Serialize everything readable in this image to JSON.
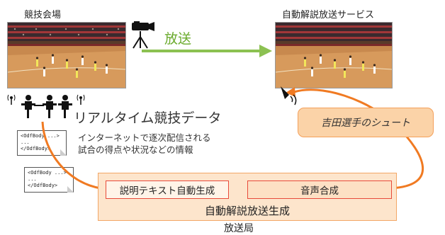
{
  "venue_label": "競技会場",
  "service_label": "自動解説放送サービス",
  "broadcast_label": "放送",
  "realtime_data_label": "リアルタイム競技データ",
  "description_line1": "インターネットで逐次配信される",
  "description_line2": "試合の得点や状況などの情報",
  "callout_text": "吉田選手のシュート",
  "xml_card_lines": [
    "<OdfBody ...>",
    "...",
    "</OdfBody>"
  ],
  "text_gen_label": "説明テキスト自動生成",
  "speech_synth_label": "音声合成",
  "auto_commentary_label": "自動解説放送生成",
  "station_label": "放送局",
  "colors": {
    "broadcast_arrow": "#8cc152",
    "flow_arrow": "#f07a22",
    "box_fill": "#fde5cc",
    "box_border": "#f2a766",
    "callout_fill": "#fbd3a8",
    "inner_border": "#e84a3a"
  }
}
